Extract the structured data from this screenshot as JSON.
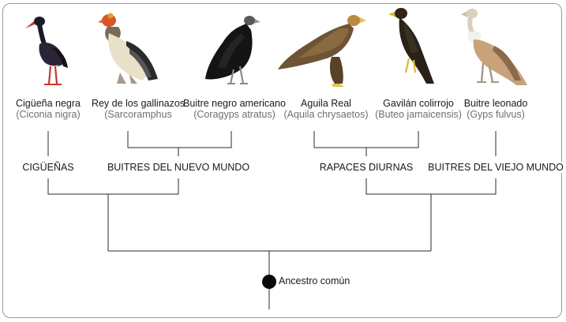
{
  "species": [
    {
      "common": "Cigüeña negra",
      "scientific": "(Ciconia nigra)",
      "icon": "black-stork-icon"
    },
    {
      "common": "Rey de los gallinazos",
      "scientific": "(Sarcoramphus",
      "icon": "king-vulture-icon"
    },
    {
      "common": "Buitre negro americano",
      "scientific": "(Coragyps atratus)",
      "icon": "black-vulture-icon"
    },
    {
      "common": "Aguila Real",
      "scientific": "(Aquila chrysaetos)",
      "icon": "golden-eagle-icon"
    },
    {
      "common": "Gavilán colirrojo",
      "scientific": "(Buteo jamaicensis)",
      "icon": "red-tailed-hawk-icon"
    },
    {
      "common": "Buitre leonado",
      "scientific": "(Gyps fulvus)",
      "icon": "griffon-vulture-icon"
    }
  ],
  "groups": [
    "CIGÜEÑAS",
    "BUITRES DEL NUEVO MUNDO",
    "RAPACES DIURNAS",
    "BUITRES DEL VIEJO MUNDO"
  ],
  "ancestor": "Ancestro común",
  "colors": {
    "line": "#2b2b2b",
    "label": "#1a1a1a",
    "scientific": "#6f6f6f"
  }
}
